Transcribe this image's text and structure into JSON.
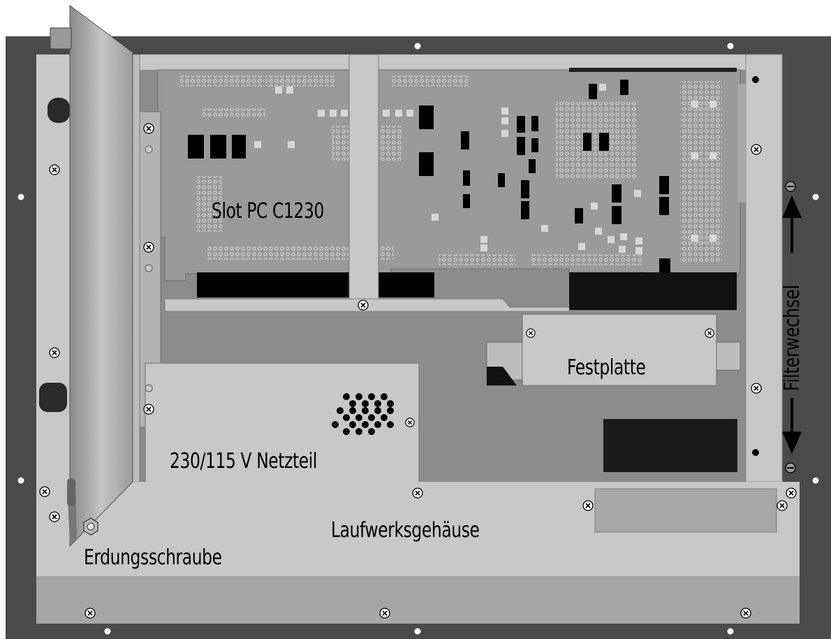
{
  "labels": {
    "slot": "Slot PC C1230",
    "psu": "230/115 V Netzteil",
    "hdd": "Festplatte",
    "drive_housing": "Laufwerksgehäuse",
    "ground": "Erdungsschraube",
    "filter": "Filterwechsel"
  },
  "colors": {
    "frame": "#4a4a4a",
    "panel": "#c8c8c8",
    "pcb": "#9a9a9a",
    "chassis": "#8c8c8c",
    "chip": "#000000"
  }
}
